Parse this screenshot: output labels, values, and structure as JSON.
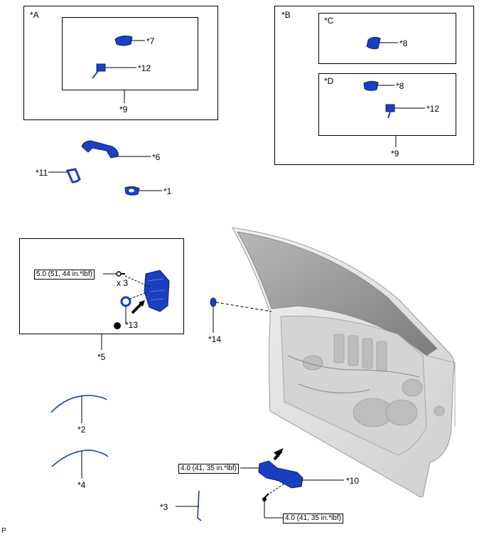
{
  "colors": {
    "part": "#1a3fbf",
    "part_dark": "#0b237a",
    "door": "#e4e4e4",
    "glass": "#9a9a9a"
  },
  "boxes": {
    "a": "*A",
    "b": "*B",
    "c": "*C",
    "d": "*D"
  },
  "callouts": {
    "p1": "*1",
    "p2": "*2",
    "p3": "*3",
    "p4": "*4",
    "p5": "*5",
    "p6": "*6",
    "p7": "*7",
    "p8c": "*8",
    "p8d": "*8",
    "p9a": "*9",
    "p9d": "*9",
    "p10": "*10",
    "p11": "*11",
    "p12a": "*12",
    "p12d": "*12",
    "p13": "*13",
    "p14": "*14"
  },
  "torque": {
    "t1": "5.0 (51, 44 in.*lbf)",
    "t2": "4.0 (41, 35 in.*lbf)",
    "t3": "4.0 (41, 35 in.*lbf)"
  },
  "qty": "x 3",
  "corner": "P"
}
